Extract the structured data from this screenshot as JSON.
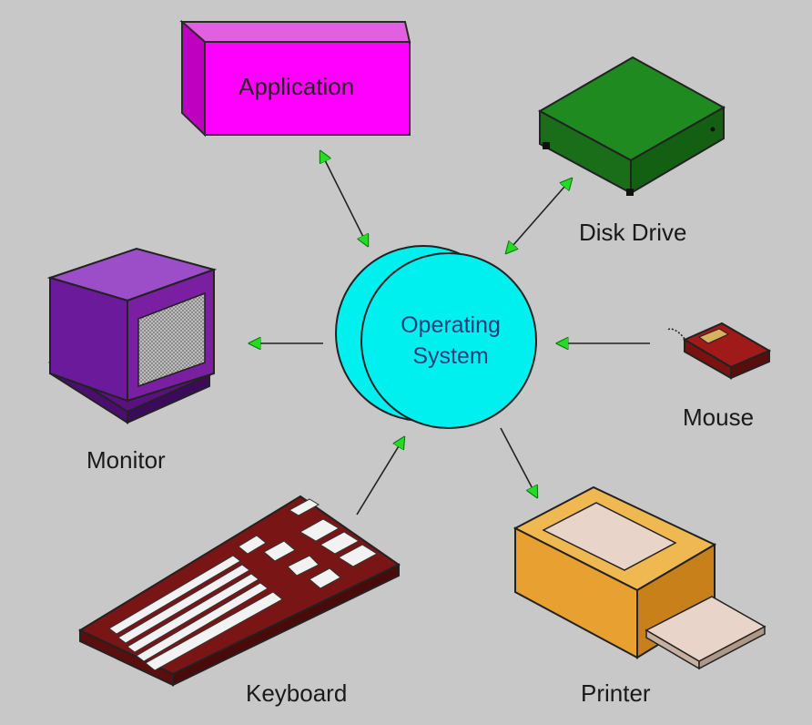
{
  "diagram": {
    "center": {
      "line1": "Operating",
      "line2": "System"
    },
    "labels": {
      "application": "Application",
      "disk_drive": "Disk Drive",
      "monitor": "Monitor",
      "mouse": "Mouse",
      "keyboard": "Keyboard",
      "printer": "Printer"
    },
    "colors": {
      "background": "#c8c8c8",
      "os_circle": "#00f0f0",
      "application": "#ff00ff",
      "disk_drive": "#1f8a1f",
      "monitor": "#7b1fa2",
      "mouse": "#8b1a1a",
      "keyboard": "#7a1515",
      "printer": "#e8a030",
      "arrowhead": "#22dd22"
    }
  }
}
